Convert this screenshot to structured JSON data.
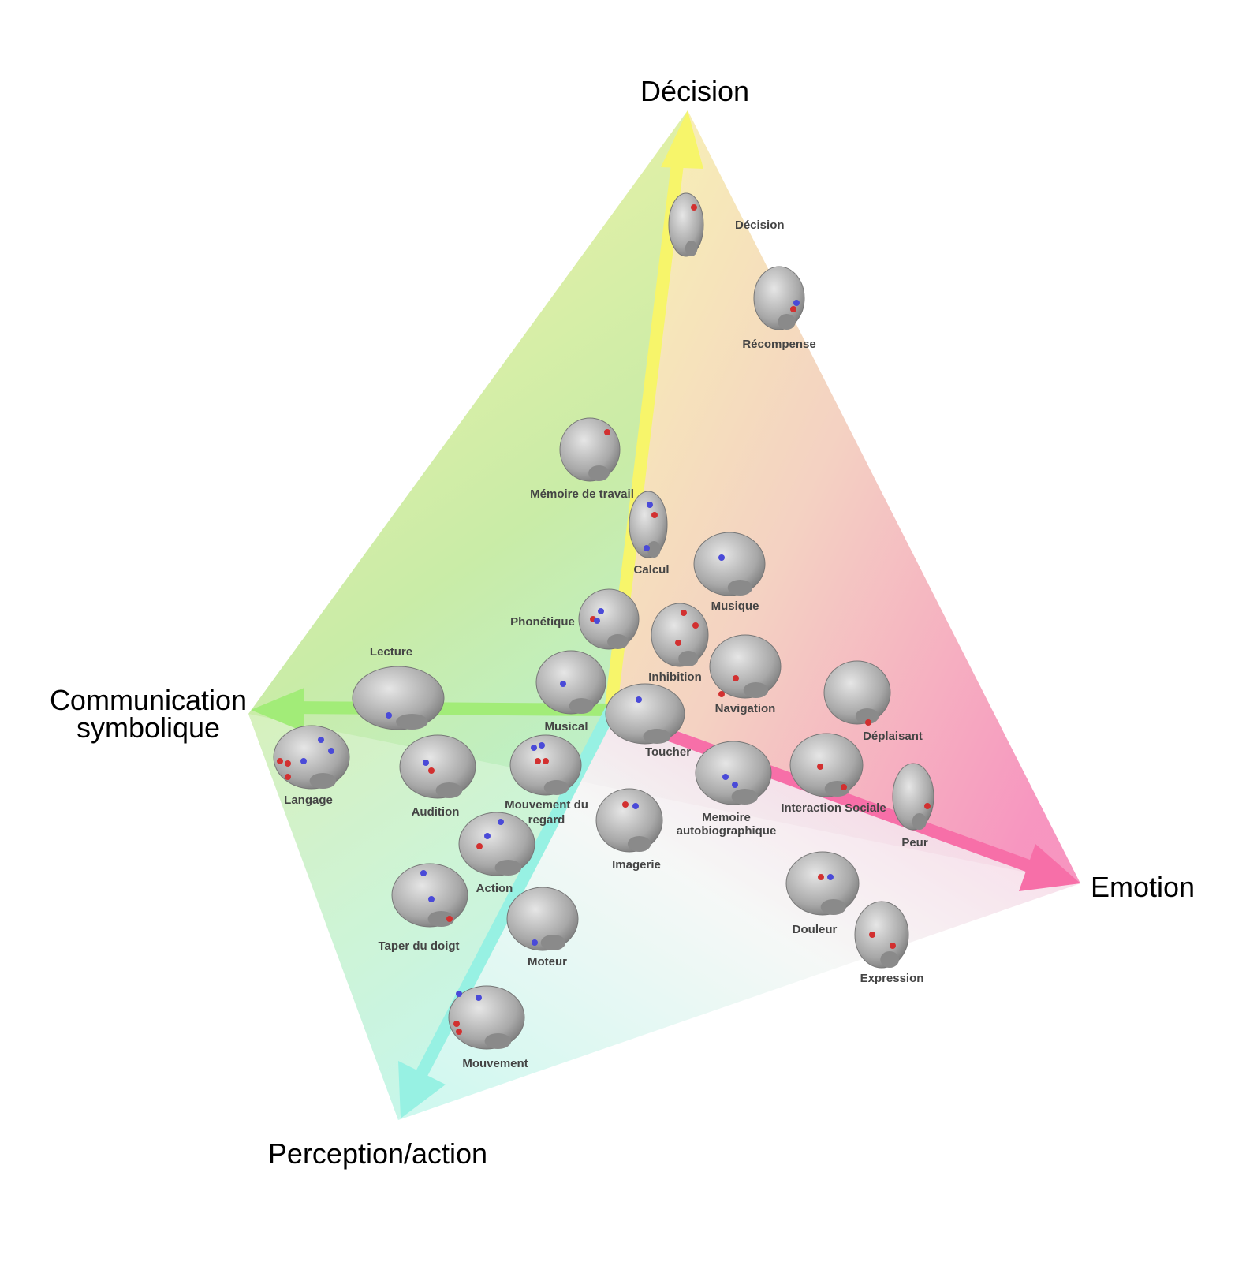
{
  "axes": {
    "top": "Décision",
    "left_line1": "Communication",
    "left_line2": "symbolique",
    "right": "Emotion",
    "bottom": "Perception/action"
  },
  "colors": {
    "decision": "#f7f56a",
    "communication": "#a2ec78",
    "emotion": "#f76fa8",
    "perception": "#97f1e3",
    "brain": "#a9a9a9",
    "activation_red": "#d23030",
    "activation_blue": "#4a4ad8"
  },
  "items": [
    {
      "label": "Décision"
    },
    {
      "label": "Récompense"
    },
    {
      "label": "Mémoire de travail"
    },
    {
      "label": "Calcul"
    },
    {
      "label": "Musique"
    },
    {
      "label": "Phonétique"
    },
    {
      "label": "Inhibition"
    },
    {
      "label": "Navigation"
    },
    {
      "label": "Déplaisant"
    },
    {
      "label": "Lecture"
    },
    {
      "label": "Musical"
    },
    {
      "label": "Toucher"
    },
    {
      "label": "Langage"
    },
    {
      "label": "Audition"
    },
    {
      "label": "Mouvement du",
      "label2": "regard"
    },
    {
      "label": "Memoire",
      "label2": "autobiographique"
    },
    {
      "label": "Interaction Sociale"
    },
    {
      "label": "Peur"
    },
    {
      "label": "Imagerie"
    },
    {
      "label": "Action"
    },
    {
      "label": "Taper du doigt"
    },
    {
      "label": "Moteur"
    },
    {
      "label": "Douleur"
    },
    {
      "label": "Expression"
    },
    {
      "label": "Mouvement"
    }
  ]
}
